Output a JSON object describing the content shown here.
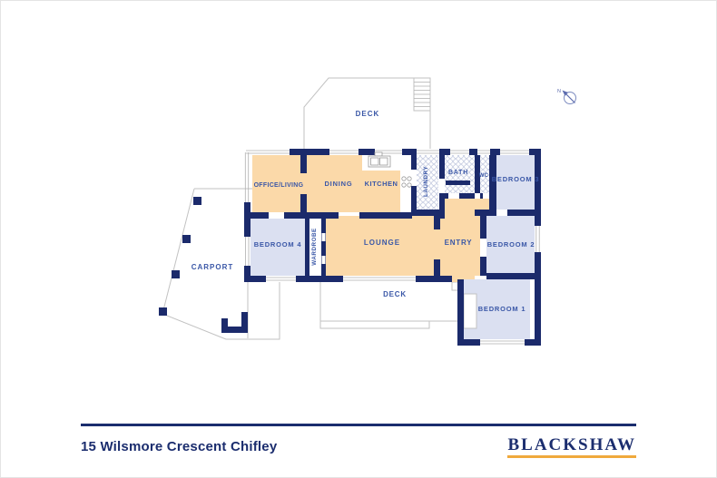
{
  "footer": {
    "address": "15 Wilsmore Crescent Chifley",
    "brand": "BLACKSHAW"
  },
  "compass": {
    "north": "N"
  },
  "rooms": {
    "office_living": "OFFICE/LIVING",
    "dining": "DINING",
    "kitchen": "KITCHEN",
    "laundry": "LAUNDRY",
    "bath": "BATH",
    "wc": "WC",
    "bedroom3": "BEDROOM 3",
    "bedroom4": "BEDROOM 4",
    "wardrobe": "WARDROBE",
    "lounge": "LOUNGE",
    "entry": "ENTRY",
    "bedroom2": "BEDROOM 2",
    "bedroom1": "BEDROOM 1",
    "carport": "CARPORT",
    "deck_top": "DECK",
    "deck_bottom": "DECK"
  },
  "colors": {
    "wall": "#1b2a6b",
    "room_warm": "#fbd9a9",
    "room_cool": "#dbe0f1",
    "label": "#3a57a7",
    "outline": "#c2c2c2",
    "tile_line": "#b8c0da",
    "brand_navy": "#1b2d6e",
    "brand_gold": "#f0a93c"
  }
}
